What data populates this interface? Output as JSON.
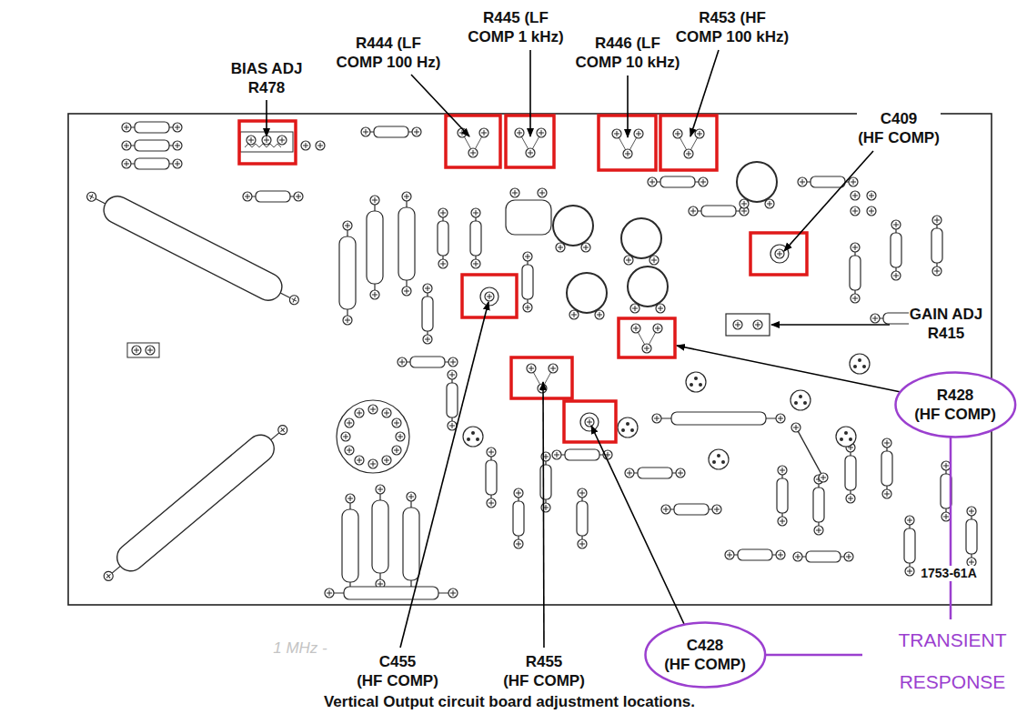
{
  "diagram": {
    "caption": "Vertical Output circuit board adjustment locations.",
    "nodes": [
      {
        "text": [
          "R428 (HF COMP)"
        ]
      },
      {
        "text": [
          "C428 (HF COMP)"
        ]
      }
    ],
    "labels": [
      "BIAS ADJ R478",
      "R444 (LF COMP 100 Hz)",
      "R445 (LF COMP 1 kHz)",
      "R446 (LF COMP 10 kHz)",
      "R453 (HF COMP 100 kHz)",
      "C409 (HF COMP)",
      "GAIN ADJ R415",
      "1753-61A",
      "1 MHz -",
      "C455 (HF COMP)",
      "R455 (HF COMP)",
      "TRANSIENT RESPONSE"
    ]
  }
}
